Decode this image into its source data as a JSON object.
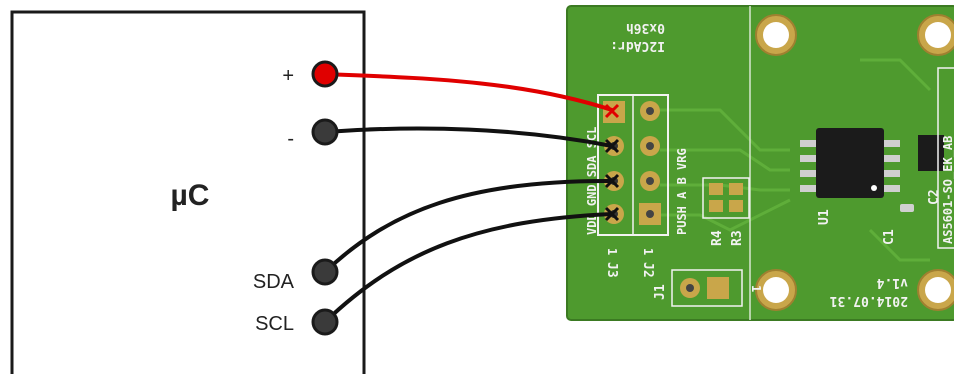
{
  "microcontroller": {
    "label": "µC",
    "pins": [
      {
        "label": "+",
        "color": "#e00000"
      },
      {
        "label": "-",
        "color": "#3a3a3a"
      },
      {
        "label": "SDA",
        "color": "#3a3a3a"
      },
      {
        "label": "SCL",
        "color": "#3a3a3a"
      }
    ]
  },
  "wires": {
    "power_color": "#e00000",
    "signal_color": "#111111"
  },
  "board": {
    "color": "#4e9a2e",
    "i2c_address": "0x36h",
    "i2c_label": "I2CAdr:",
    "header_j3_pins": "VDD GND SDA SCL",
    "header_j2_pins": "PUSH A B VRG",
    "ref_j3": "J3",
    "ref_j2": "J2",
    "ref_j1": "J1",
    "ref_r3": "R3",
    "ref_r4": "R4",
    "ref_u1": "U1",
    "ref_c1": "C1",
    "ref_c2": "C2",
    "part_number": "AS5601-SO_EK_AB",
    "version": "v1.4",
    "date": "2014.07.31",
    "pin_one": "1"
  }
}
